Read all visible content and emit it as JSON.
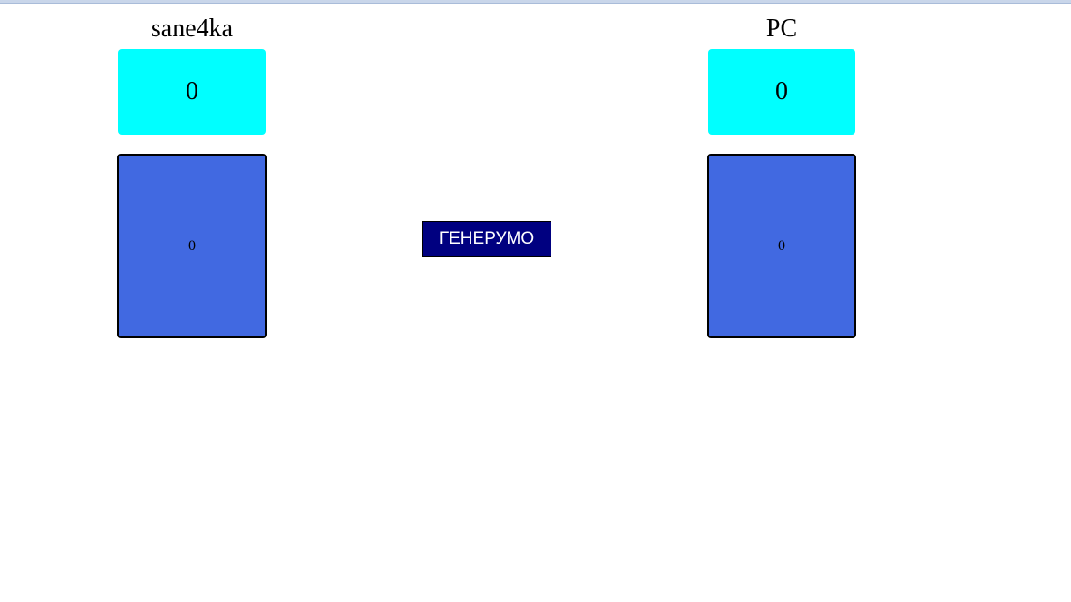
{
  "players": [
    {
      "name": "sane4ka",
      "score": "0",
      "card_value": "0"
    },
    {
      "name": "PC",
      "score": "0",
      "card_value": "0"
    }
  ],
  "controls": {
    "generate_label": "ГЕНЕРУМО"
  },
  "colors": {
    "score_background": "#00ffff",
    "card_background": "#4169e1",
    "button_background": "#000080",
    "button_text": "#ffffff"
  }
}
